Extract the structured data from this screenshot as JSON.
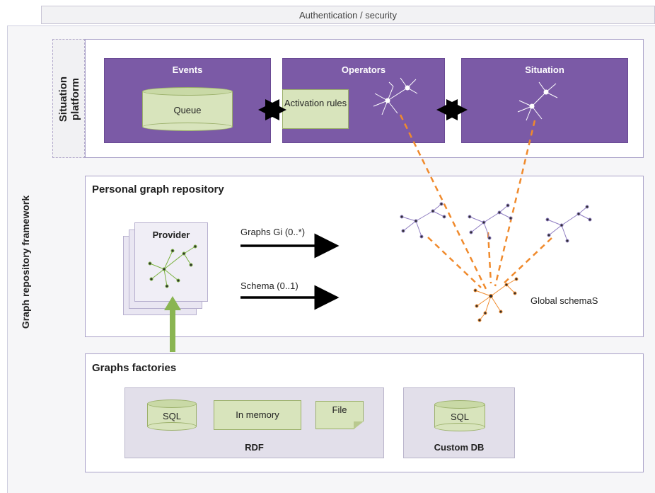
{
  "header": {
    "auth_label": "Authentication / security"
  },
  "framework": {
    "label": "Graph repository framework"
  },
  "situation_platform": {
    "label": "Situation platform",
    "events": {
      "title": "Events",
      "queue_label": "Queue"
    },
    "operators": {
      "title": "Operators",
      "activation_label": "Activation rules"
    },
    "situation": {
      "title": "Situation"
    }
  },
  "personal_repo": {
    "title": "Personal graph repository",
    "provider_label": "Provider",
    "graphs_arrow_label": "Graphs Gi (0..*)",
    "schema_arrow_label": "Schema (0..1)",
    "global_schema_label": "Global schemaS"
  },
  "factories": {
    "title": "Graphs factories",
    "rdf": {
      "label": "RDF",
      "sql_label": "SQL",
      "memory_label": "In memory",
      "file_label": "File"
    },
    "custom": {
      "label": "Custom DB",
      "sql_label": "SQL"
    }
  },
  "colors": {
    "purple": "#7b5aa6",
    "green": "#d8e4bc",
    "orange_dash": "#f08a2c",
    "arrow_green": "#8ab552"
  }
}
